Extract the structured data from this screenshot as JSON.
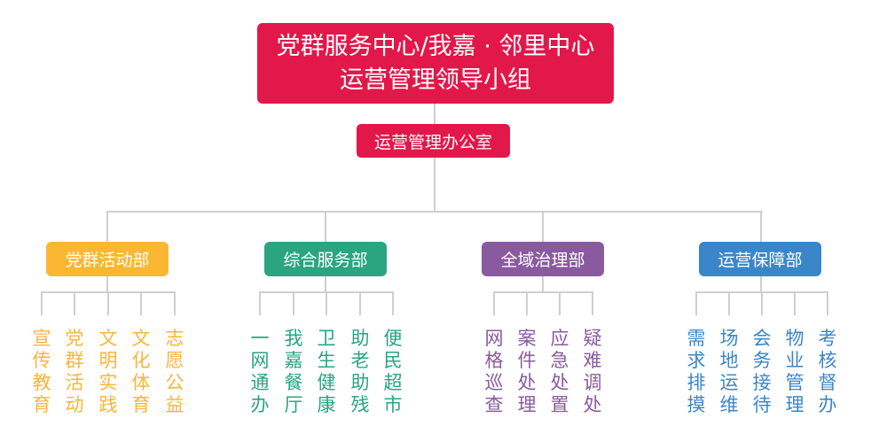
{
  "root": {
    "line1": "党群服务中心/我嘉 · 邻里中心",
    "line2": "运营管理领导小组",
    "color": "#e2174a"
  },
  "office": {
    "label": "运营管理办公室",
    "color": "#e2174a"
  },
  "departments": [
    {
      "label": "党群活动部",
      "color": "#fbb731",
      "text_color": "#f9b53a",
      "functions": [
        "宣传教育",
        "党群活动",
        "文明实践",
        "文化体育",
        "志愿公益"
      ]
    },
    {
      "label": "综合服务部",
      "color": "#2aa57f",
      "text_color": "#2aa57f",
      "functions": [
        "一网通办",
        "我嘉餐厅",
        "卫生健康",
        "助老助残",
        "便民超市"
      ]
    },
    {
      "label": "全域治理部",
      "color": "#8a5a9f",
      "text_color": "#8a5a9f",
      "functions": [
        "网格巡查",
        "案件处理",
        "应急处置",
        "疑难调处"
      ]
    },
    {
      "label": "运营保障部",
      "color": "#3b86c8",
      "text_color": "#3b86c8",
      "functions": [
        "需求排摸",
        "场地运维",
        "会务接待",
        "物业管理",
        "考核督办"
      ]
    }
  ]
}
